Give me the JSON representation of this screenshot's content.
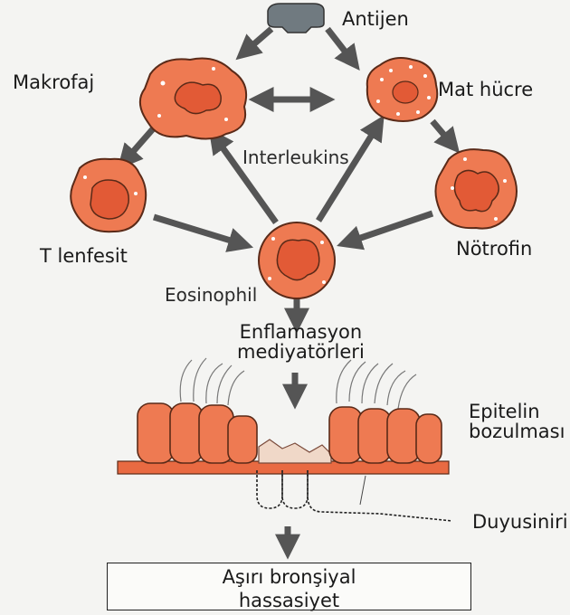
{
  "labels": {
    "antigen": "Antijen",
    "macrophage": "Makrofaj",
    "mast_cell": "Mat  hücre",
    "interleukins": "Interleukins",
    "t_lymphocyte": "T lenfesit",
    "neutrophil": "Nötrofin",
    "eosinophil": "Eosinophil",
    "mediators_line1": "Enflamasyon",
    "mediators_line2": "mediyatörleri",
    "epithelium_line1": "Epitelin",
    "epithelium_line2": "bozulması",
    "sensory_nerve": "Duyusiniri",
    "result_line1": "Aşırı bronşiyal",
    "result_line2": "hassasiyet"
  },
  "colors": {
    "cell_fill": "#ee7a52",
    "cell_nucleus": "#e25a36",
    "cell_outline": "#5a2a18",
    "arrow": "#555555",
    "epithelium": "#ee7a52",
    "eosinophil_label": "#e03a2c"
  }
}
